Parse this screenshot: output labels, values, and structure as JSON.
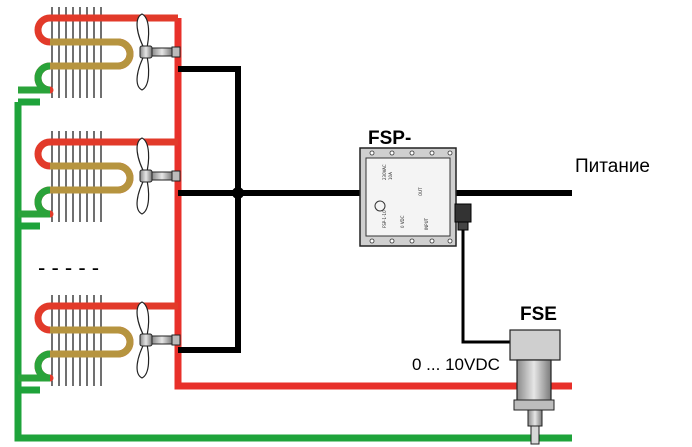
{
  "diagram": {
    "fsp_label": "FSP-",
    "fse_label": "FSE",
    "power_label": "Питание",
    "signal_label": "0 ... 10VDC",
    "separator_text": "- - - - -",
    "colors": {
      "hot_line": "#e8302a",
      "cold_line": "#1ea33a",
      "control_line": "#000000",
      "coil_gradient": [
        "#e23a2a",
        "#b89a4a",
        "#2aa33a"
      ],
      "device_body": "#d4d4d4"
    },
    "device_fsp_printed_text": [
      "FSP-1-10",
      "230VAC",
      "OUT",
      "10A",
      "0 VDC",
      "INPUT"
    ]
  }
}
